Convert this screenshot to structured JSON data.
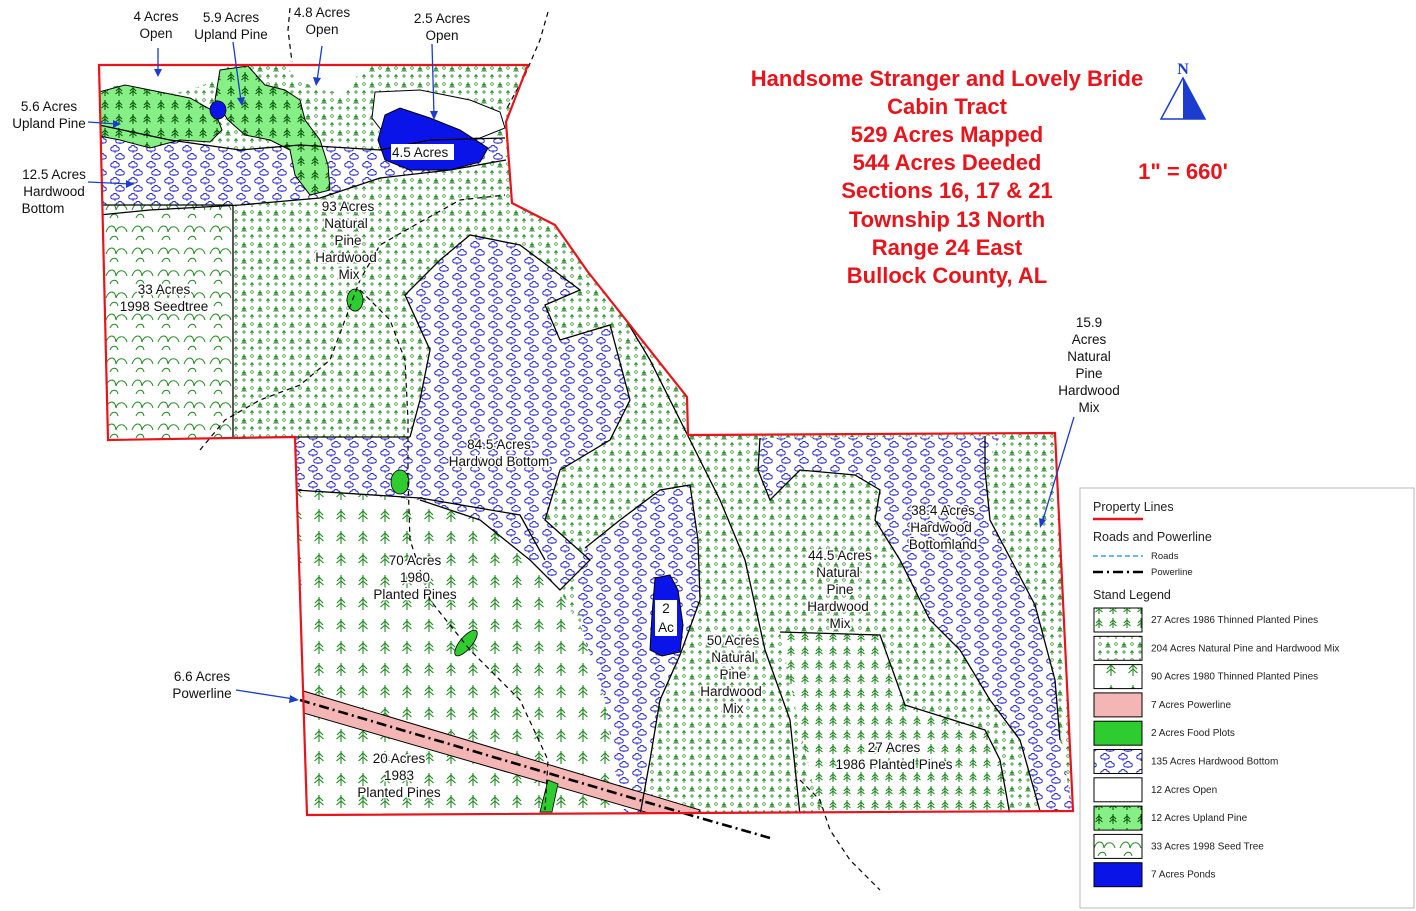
{
  "title": {
    "lines": [
      "Handsome Stranger and Lovely Bride",
      "Cabin Tract",
      "529 Acres Mapped",
      "544 Acres Deeded",
      "Sections 16, 17 & 21",
      "Township 13 North",
      "Range 24 East",
      "Bullock County, AL"
    ]
  },
  "scale": "1\" = 660'",
  "north": "N",
  "colors": {
    "property_line": "#e8141c",
    "road": "#2aa7e0",
    "powerline_line": "#000000",
    "planted_pine": "#1f8a1f",
    "hardwood": "#1c1cc8",
    "upland_pine": "#86ef86",
    "food_plot": "#2ecc2e",
    "powerline_fill": "#f4b6b4",
    "pond": "#0b14e8",
    "title": "#e8141c"
  },
  "labels": {
    "open4": [
      "4 Acres",
      "Open"
    ],
    "upland59": [
      "5.9 Acres",
      "Upland Pine"
    ],
    "open48": [
      "4.8 Acres",
      "Open"
    ],
    "open25": [
      "2.5 Acres",
      "Open"
    ],
    "upland56": [
      "5.6 Acres",
      "Upland Pine"
    ],
    "hw125": [
      "12.5 Acres",
      "Hardwood",
      "Bottom"
    ],
    "pond45": "4.5 Acres",
    "npm93": [
      "93 Acres",
      "Natural",
      "Pine",
      "Hardwood",
      "Mix"
    ],
    "seed33": [
      "33 Acres",
      "1998 Seedtree"
    ],
    "npm159": [
      "15.9",
      "Acres",
      "Natural",
      "Pine",
      "Hardwood",
      "Mix"
    ],
    "hw845": [
      "84.5 Acres",
      "Hardwod Bottom"
    ],
    "hw384": [
      "38.4 Acres",
      "Hardwood",
      "Bottomland"
    ],
    "npm445": [
      "44.5 Acres",
      "Natural",
      "Pine",
      "Hardwood",
      "Mix"
    ],
    "pp70": [
      "70 Acres",
      "1980",
      "Planted Pines"
    ],
    "pond2": [
      "2",
      "Ac"
    ],
    "npm50": [
      "50 Acres",
      "Natural",
      "Pine",
      "Hardwood",
      "Mix"
    ],
    "pw66": [
      "6.6 Acres",
      "Powerline"
    ],
    "pp27": [
      "27 Acres",
      "1986 Planted Pines"
    ],
    "pp20": [
      "20 Acres",
      "1983",
      "Planted Pines"
    ]
  },
  "legend": {
    "property_lines": "Property Lines",
    "roads_powerline": "Roads and Powerline",
    "roads": "Roads",
    "powerline": "Powerline",
    "stand_legend": "Stand  Legend",
    "items": [
      {
        "label": "27 Acres 1986 Thinned Planted Pines",
        "pattern": "pine-dense"
      },
      {
        "label": "204 Acres Natural Pine and Hardwood Mix",
        "pattern": "mix"
      },
      {
        "label": "90 Acres 1980 Thinned Planted Pines",
        "pattern": "pine-sparse"
      },
      {
        "label": "7 Acres Powerline",
        "pattern": "powerline"
      },
      {
        "label": "2 Acres Food Plots",
        "pattern": "food"
      },
      {
        "label": "135 Acres Hardwood Bottom",
        "pattern": "hardwood"
      },
      {
        "label": "12 Acres Open",
        "pattern": "open"
      },
      {
        "label": "12 Acres Upland Pine",
        "pattern": "upland"
      },
      {
        "label": "33 Acres 1998 Seed Tree",
        "pattern": "seed"
      },
      {
        "label": "7 Acres Ponds",
        "pattern": "pond"
      }
    ]
  }
}
